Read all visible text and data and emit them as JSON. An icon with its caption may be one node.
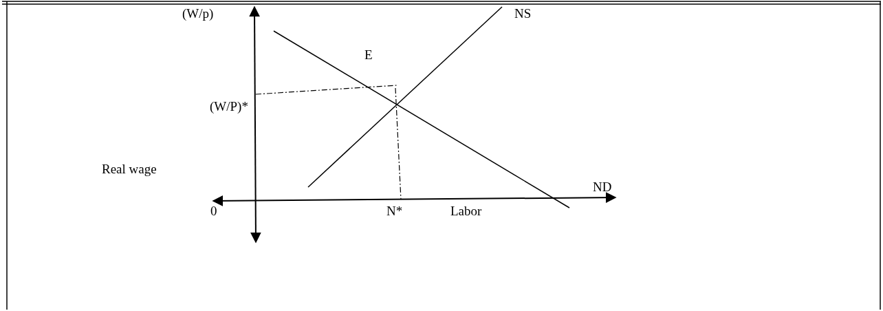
{
  "diagram": {
    "labels": [
      "(W/p)",
      "NS",
      "E",
      "(W/P)*",
      "Real wage",
      "ND",
      "0",
      "N*",
      "Labor"
    ]
  }
}
